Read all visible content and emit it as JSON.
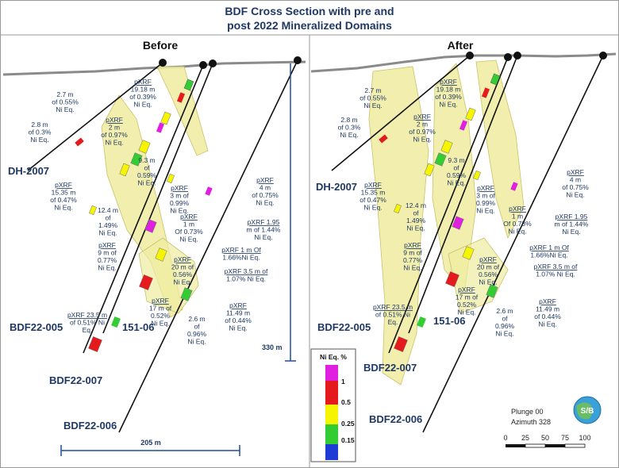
{
  "title": {
    "line1": "BDF Cross Section with pre and",
    "line2": "post 2022 Mineralized Domains"
  },
  "panels": {
    "before": {
      "label": "Before",
      "holes": [
        "DH-2007",
        "BDF22-005",
        "151-06",
        "BDF22-007",
        "BDF22-006"
      ],
      "annotations": [
        {
          "xrf": false,
          "lines": [
            "2.7 m",
            "of 0.55%",
            "Ni Eq."
          ]
        },
        {
          "xrf": true,
          "lines": [
            "pXRF",
            "19.18 m",
            "of 0.39%",
            "Ni Eq."
          ]
        },
        {
          "xrf": false,
          "lines": [
            "2.8 m",
            "of 0.3%",
            "Ni Eq."
          ]
        },
        {
          "xrf": true,
          "lines": [
            "pXRF",
            "2 m",
            "of 0.97%",
            "Ni Eq."
          ]
        },
        {
          "xrf": false,
          "lines": [
            "9.3 m",
            "of",
            "0.59%",
            "Ni Eq."
          ]
        },
        {
          "xrf": true,
          "lines": [
            "pXRF",
            "15.35 m",
            "of 0.47%",
            "Ni Eq."
          ]
        },
        {
          "xrf": true,
          "lines": [
            "pXRF",
            "3 m of",
            "0.99%",
            "Ni Eq."
          ]
        },
        {
          "xrf": true,
          "lines": [
            "pXRF",
            "4 m",
            "of 0.75%",
            "Ni Eq."
          ]
        },
        {
          "xrf": false,
          "lines": [
            "12.4 m",
            "of",
            "1.49%",
            "Ni Eq."
          ]
        },
        {
          "xrf": true,
          "lines": [
            "pXRF",
            "1 m",
            "Of 0.73%",
            "Ni Eq."
          ]
        },
        {
          "xrf": true,
          "lines": [
            "pXRF 1.95",
            "m of 1.44%",
            "Ni Eq."
          ]
        },
        {
          "xrf": true,
          "lines": [
            "pXRF",
            "9 m of",
            "0.77%",
            "Ni Eq."
          ]
        },
        {
          "xrf": true,
          "lines": [
            "pXRF 1 m Of",
            "1.66%Ni Eq."
          ]
        },
        {
          "xrf": true,
          "lines": [
            "pXRF",
            "20 m of",
            "0.56%",
            "Ni Eq."
          ]
        },
        {
          "xrf": true,
          "lines": [
            "pXRF 3.5 m of",
            "1.07% Ni Eq."
          ]
        },
        {
          "xrf": true,
          "lines": [
            "pXRF",
            "17 m of",
            "0.52%",
            "Ni Eq."
          ]
        },
        {
          "xrf": true,
          "lines": [
            "pXRF",
            "11.49 m",
            "of 0.44%",
            "Ni Eq."
          ]
        },
        {
          "xrf": true,
          "lines": [
            "pXRF 23.5 m",
            "of 0.51% Ni",
            "Eq."
          ]
        },
        {
          "xrf": false,
          "lines": [
            "2.6 m",
            "of",
            "0.96%",
            "Ni Eq."
          ]
        }
      ]
    },
    "after": {
      "label": "After",
      "holes": [
        "DH-2007",
        "BDF22-005",
        "151-06",
        "BDF22-007",
        "BDF22-006"
      ],
      "annotations": [
        {
          "xrf": false,
          "lines": [
            "2.7 m",
            "of 0.55%",
            "Ni Eq."
          ]
        },
        {
          "xrf": true,
          "lines": [
            "pXRF",
            "19.18 m",
            "of 0.39%",
            "Ni Eq."
          ]
        },
        {
          "xrf": false,
          "lines": [
            "2.8 m",
            "of 0.3%",
            "Ni Eq."
          ]
        },
        {
          "xrf": true,
          "lines": [
            "pXRF",
            "2 m",
            "of 0.97%",
            "Ni Eq."
          ]
        },
        {
          "xrf": false,
          "lines": [
            "9.3 m",
            "of",
            "0.59%",
            "Ni Eq."
          ]
        },
        {
          "xrf": true,
          "lines": [
            "pXRF",
            "15.35 m",
            "of 0.47%",
            "Ni Eq."
          ]
        },
        {
          "xrf": true,
          "lines": [
            "pXRF",
            "3 m of",
            "0.99%",
            "Ni Eq."
          ]
        },
        {
          "xrf": true,
          "lines": [
            "pXRF",
            "4 m",
            "of 0.75%",
            "Ni Eq."
          ]
        },
        {
          "xrf": false,
          "lines": [
            "12.4 m",
            "of",
            "1.49%",
            "Ni Eq."
          ]
        },
        {
          "xrf": true,
          "lines": [
            "pXRF",
            "1 m",
            "Of 0.73%",
            "Ni Eq."
          ]
        },
        {
          "xrf": true,
          "lines": [
            "pXRF 1.95",
            "m of 1.44%",
            "Ni Eq."
          ]
        },
        {
          "xrf": true,
          "lines": [
            "pXRF",
            "9 m of",
            "0.77%",
            "Ni Eq."
          ]
        },
        {
          "xrf": true,
          "lines": [
            "pXRF 1 m Of",
            "1.66%Ni Eq."
          ]
        },
        {
          "xrf": true,
          "lines": [
            "pXRF",
            "20 m of",
            "0.56%",
            "Ni Eq."
          ]
        },
        {
          "xrf": true,
          "lines": [
            "pXRF 3.5 m of",
            "1.07% Ni Eq."
          ]
        },
        {
          "xrf": true,
          "lines": [
            "pXRF",
            "17 m of",
            "0.52%",
            "Ni Eq."
          ]
        },
        {
          "xrf": true,
          "lines": [
            "pXRF",
            "11.49 m",
            "of 0.44%",
            "Ni Eq."
          ]
        },
        {
          "xrf": true,
          "lines": [
            "pXRF 23.5 m",
            "of 0.51% Ni",
            "Eq."
          ]
        },
        {
          "xrf": false,
          "lines": [
            "2.6 m",
            "of",
            "0.96%",
            "Ni Eq."
          ]
        }
      ]
    }
  },
  "scales": {
    "horizontal": "205 m",
    "vertical": "330 m",
    "map_ticks": [
      "0",
      "25",
      "50",
      "75",
      "100"
    ]
  },
  "legend": {
    "title": "Ni Eq. %",
    "entries": [
      {
        "label": "1",
        "color": "#e020e0"
      },
      {
        "label": "0.5",
        "color": "#e41a1c"
      },
      {
        "label": "0.25",
        "color": "#f5f500"
      },
      {
        "label": "0.15",
        "color": "#33cc33"
      },
      {
        "label": "",
        "color": "#1f3bd6"
      }
    ]
  },
  "orientation": {
    "plunge": "Plunge 00",
    "azimuth": "Azimuth 328"
  },
  "logo": {
    "text": "S/B"
  },
  "colors": {
    "title": "#1f3864",
    "domain_fill": "#f0eca0",
    "domain_stroke": "#c9c26a",
    "drill_line": "#111111",
    "surface": "#8a8a8a"
  }
}
